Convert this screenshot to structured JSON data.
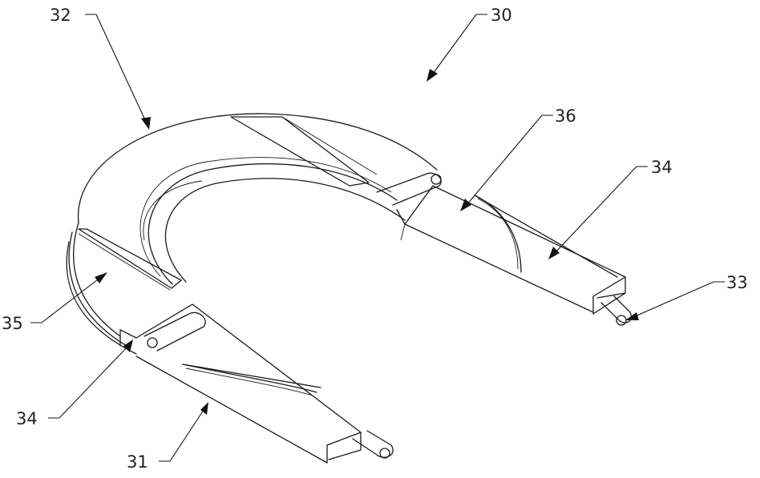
{
  "labels": {
    "l30": "30",
    "l32": "32",
    "l36": "36",
    "l34_top": "34",
    "l33": "33",
    "l35": "35",
    "l34_bottom": "34",
    "l31": "31"
  }
}
